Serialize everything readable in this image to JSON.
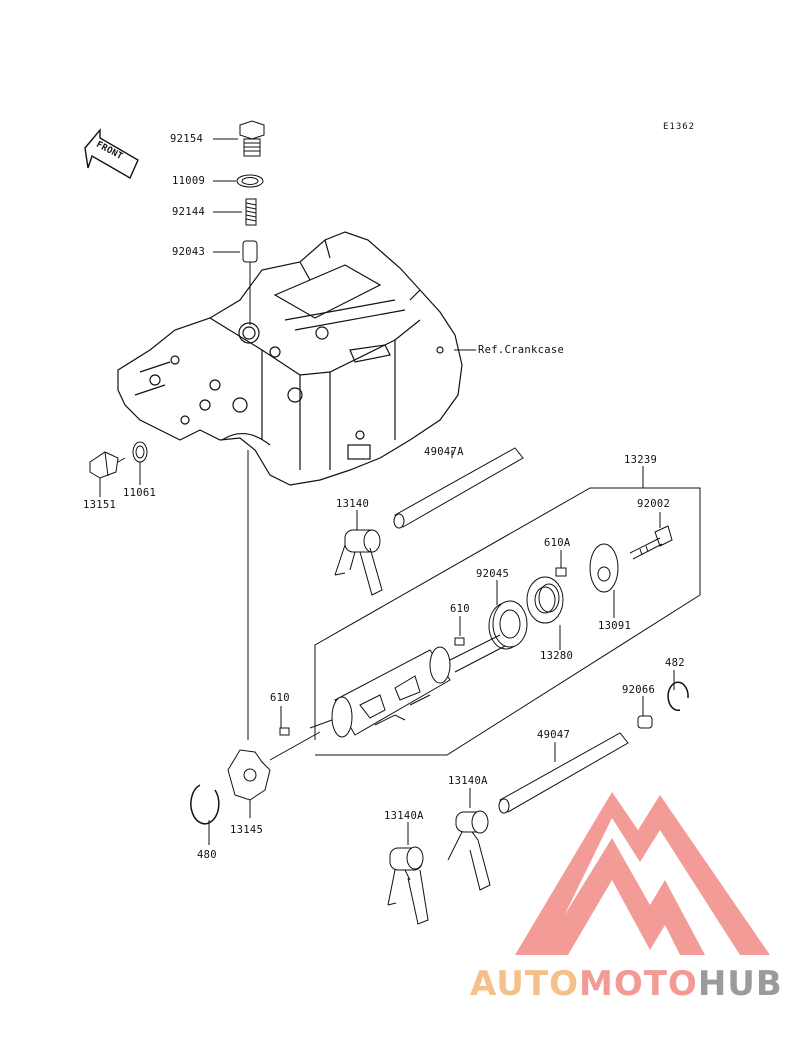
{
  "drawing_code": "E1362",
  "front_arrow": "FRONT",
  "ref_note": "Ref.Crankcase",
  "part_labels": {
    "p92154": "92154",
    "p11009": "11009",
    "p92144": "92144",
    "p92043": "92043",
    "p11061": "11061",
    "p13151": "13151",
    "p49047A": "49047A",
    "p13239": "13239",
    "p92002": "92002",
    "p13140_top": "13140",
    "p610A": "610A",
    "p92045": "92045",
    "p610_mid": "610",
    "p13091": "13091",
    "p13280": "13280",
    "p482": "482",
    "p92066": "92066",
    "p610_left": "610",
    "p49047": "49047",
    "p13140A_right": "13140A",
    "p13140A_left": "13140A",
    "p13145": "13145",
    "p480": "480"
  },
  "watermark": {
    "part1": "AUTO",
    "part2": "MOTO",
    "part3": "HUB",
    "colors": {
      "auto": "#f6c08a",
      "moto": "#f39a94",
      "hub": "#9b9b9b",
      "logo": "#f28b85"
    }
  }
}
